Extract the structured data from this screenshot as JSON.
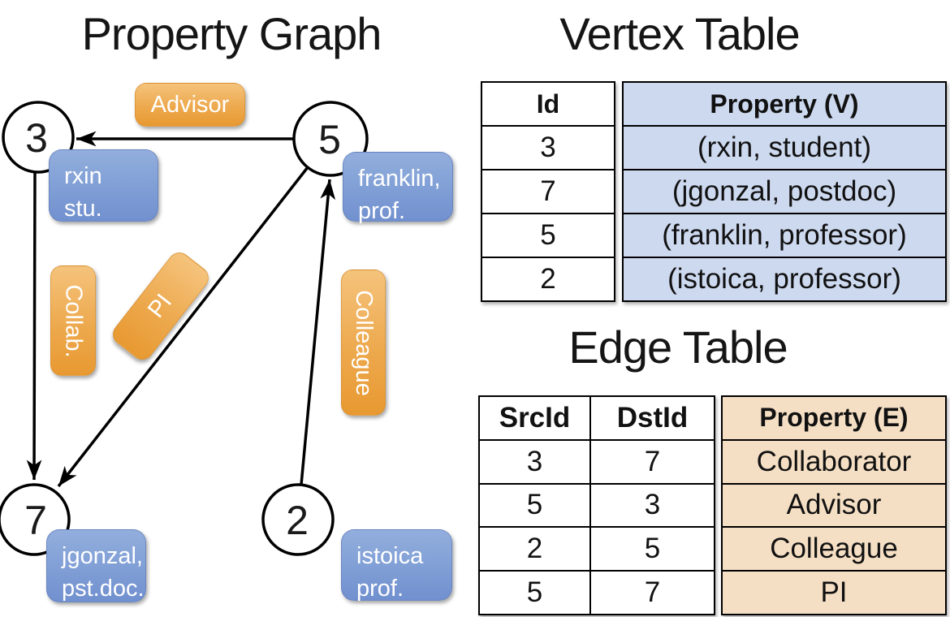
{
  "graph": {
    "title": "Property Graph",
    "nodes": [
      {
        "id": "3",
        "property_line1": "rxin",
        "property_line2": "stu."
      },
      {
        "id": "5",
        "property_line1": "franklin,",
        "property_line2": "prof."
      },
      {
        "id": "7",
        "property_line1": "jgonzal,",
        "property_line2": "pst.doc."
      },
      {
        "id": "2",
        "property_line1": "istoica",
        "property_line2": "prof."
      }
    ],
    "edges": [
      {
        "label": "Advisor",
        "from": "5",
        "to": "3"
      },
      {
        "label": "Collab.",
        "from": "3",
        "to": "7"
      },
      {
        "label": "PI",
        "from": "5",
        "to": "7"
      },
      {
        "label": "Colleague",
        "from": "2",
        "to": "5"
      }
    ]
  },
  "vertex_table": {
    "title": "Vertex Table",
    "columns": [
      "Id",
      "Property (V)"
    ],
    "rows": [
      [
        "3",
        "(rxin, student)"
      ],
      [
        "7",
        "(jgonzal, postdoc)"
      ],
      [
        "5",
        "(franklin, professor)"
      ],
      [
        "2",
        "(istoica, professor)"
      ]
    ]
  },
  "edge_table": {
    "title": "Edge Table",
    "columns": [
      "SrcId",
      "DstId",
      "Property (E)"
    ],
    "rows": [
      [
        "3",
        "7",
        "Collaborator"
      ],
      [
        "5",
        "3",
        "Advisor"
      ],
      [
        "2",
        "5",
        "Colleague"
      ],
      [
        "5",
        "7",
        "PI"
      ]
    ]
  },
  "colors": {
    "edge_pill_top": "#f5c37c",
    "edge_pill_bottom": "#e89931",
    "vertex_pill_top": "#93aedd",
    "vertex_pill_bottom": "#7190cf",
    "vertex_table_fill": "#cdd9ef",
    "edge_table_fill": "#f5dfc4",
    "line": "#000000",
    "background": "#ffffff"
  }
}
